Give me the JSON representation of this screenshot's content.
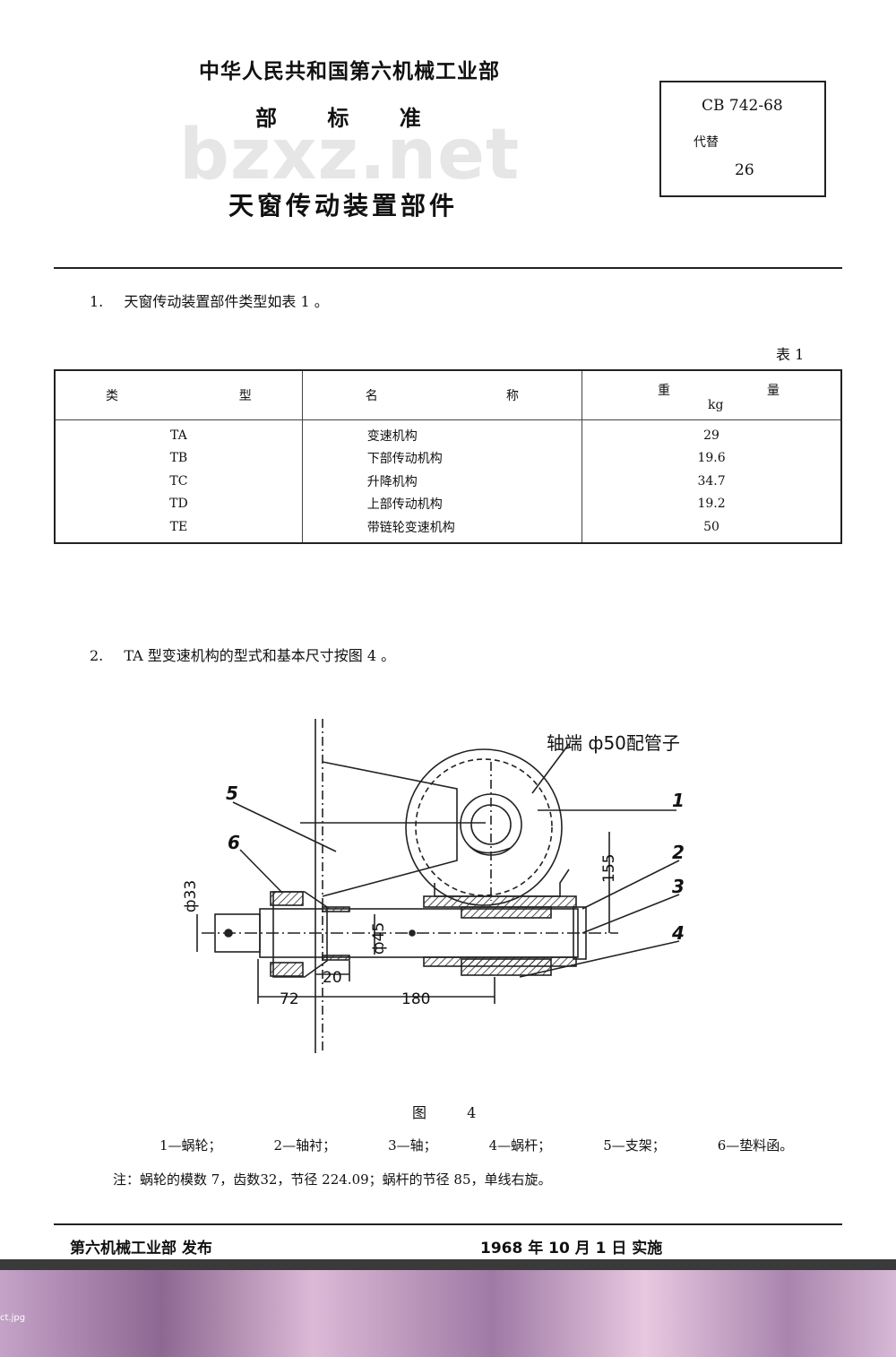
{
  "header": {
    "ministry": "中华人民共和国第六机械工业部",
    "standard_type": "部 标 准",
    "watermark": "bzxz.net",
    "title": "天窗传动装置部件",
    "code": "CB 742-68",
    "replace_label": "代替",
    "replace_number": "26"
  },
  "section1": {
    "number": "1.",
    "text": "天窗传动装置部件类型如表 1 。"
  },
  "table1": {
    "label": "表 1",
    "headers": {
      "type_a": "类",
      "type_b": "型",
      "name_a": "名",
      "name_b": "称",
      "weight_a": "重",
      "weight_b": "量",
      "unit": "kg"
    },
    "rows": [
      {
        "type": "TA",
        "name": "变速机构",
        "weight": "29"
      },
      {
        "type": "TB",
        "name": "下部传动机构",
        "weight": "19.6"
      },
      {
        "type": "TC",
        "name": "升降机构",
        "weight": "34.7"
      },
      {
        "type": "TD",
        "name": "上部传动机构",
        "weight": "19.2"
      },
      {
        "type": "TE",
        "name": "带链轮变速机构",
        "weight": "50"
      }
    ]
  },
  "section2": {
    "number": "2.",
    "text": "TA 型变速机构的型式和基本尺寸按图 4 。"
  },
  "figure": {
    "callout": "轴端 ф50配管子",
    "parts": [
      "1",
      "2",
      "3",
      "4",
      "5",
      "6"
    ],
    "dims": {
      "d33": "ф33",
      "d45": "ф45",
      "h155": "155",
      "w20": "20",
      "w72": "72",
      "w180": "180"
    },
    "caption_label": "图",
    "caption_number": "4"
  },
  "legend": [
    "1—蜗轮；",
    "2—轴衬；",
    "3—轴；",
    "4—蜗杆；",
    "5—支架；",
    "6—垫料函。"
  ],
  "note": "注：蜗轮的模数 7，齿数32，节径 224.09；蜗杆的节径 85，单线右旋。",
  "footer": {
    "publisher": "第六机械工业部 发布",
    "date": "1968 年 10 月 1 日 实施"
  },
  "taskbar": {
    "filename": "ct.jpg"
  }
}
